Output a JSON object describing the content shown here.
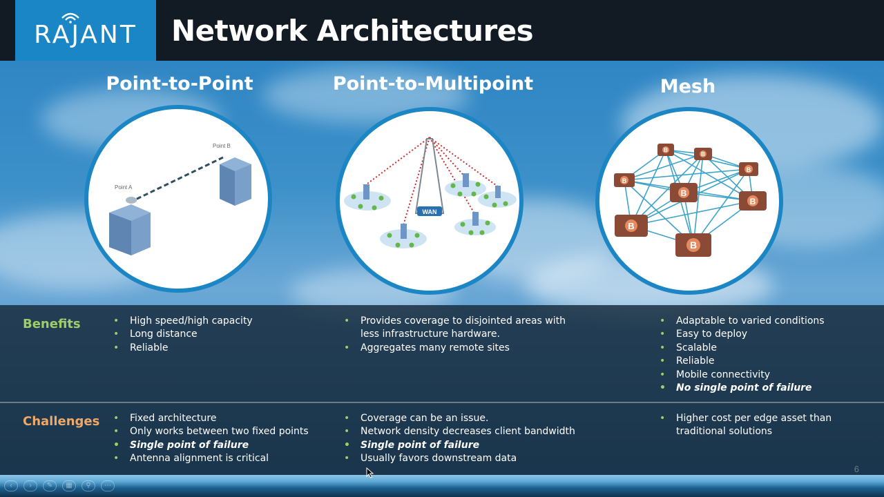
{
  "header": {
    "logo_text": "RAJANT",
    "title": "Network Architectures"
  },
  "columns": [
    {
      "title": "Point-to-Point",
      "labels": [
        "Point A",
        "Point B"
      ]
    },
    {
      "title": "Point-to-Multipoint",
      "labels": [
        "WAN"
      ]
    },
    {
      "title": "Mesh",
      "node_letter": "B"
    }
  ],
  "rows": {
    "benefits_label": "Benefits",
    "challenges_label": "Challenges"
  },
  "benefits": {
    "p2p": [
      "High speed/high capacity",
      "Long distance",
      "Reliable"
    ],
    "p2mp": [
      "Provides coverage to disjointed areas with less infrastructure hardware.",
      "Aggregates many remote sites"
    ],
    "mesh": [
      "Adaptable to varied conditions",
      "Easy to deploy",
      "Scalable",
      "Reliable",
      "Mobile connectivity",
      "No single point of failure"
    ]
  },
  "challenges": {
    "p2p": [
      "Fixed architecture",
      "Only works between two fixed points",
      "Single point of failure",
      "Antenna alignment is critical"
    ],
    "p2mp": [
      "Coverage can be an issue.",
      "Network density decreases client bandwidth",
      "Single point of failure",
      "Usually favors downstream data"
    ],
    "mesh": [
      "Higher cost per edge asset than traditional solutions"
    ]
  },
  "footer": {
    "page_number": "6"
  },
  "colors": {
    "brand_blue": "#1b86c6",
    "benefits_green": "#9fce68",
    "challenges_orange": "#f0a868",
    "header_dark": "#121a24"
  }
}
